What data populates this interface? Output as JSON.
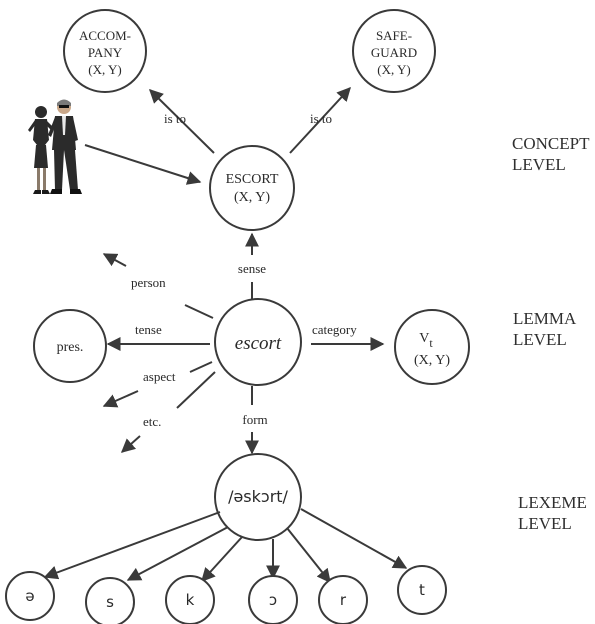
{
  "concept_level": {
    "label_line1": "CONCEPT",
    "label_line2": "LEVEL",
    "nodes": {
      "accompany": {
        "line1": "ACCOM-",
        "line2": "PANY",
        "line3": "(X, Y)"
      },
      "safeguard": {
        "line1": "SAFE-",
        "line2": "GUARD",
        "line3": "(X, Y)"
      },
      "escort": {
        "line1": "ESCORT",
        "line2": "(X, Y)"
      }
    },
    "edges": {
      "is_to_left": "is to",
      "is_to_right": "is to"
    },
    "image": "couple-illustration"
  },
  "lemma_level": {
    "label_line1": "LEMMA",
    "label_line2": "LEVEL",
    "nodes": {
      "escort": "escort",
      "pres": "pres.",
      "vt_main": "V",
      "vt_sub": "t",
      "vt_args": "(X, Y)"
    },
    "edges": {
      "sense": "sense",
      "person": "person",
      "tense": "tense",
      "aspect": "aspect",
      "etc": "etc.",
      "category": "category",
      "form": "form"
    }
  },
  "lexeme_level": {
    "label_line1": "LEXEME",
    "label_line2": "LEVEL",
    "word": "/əskɔrt/",
    "phonemes": [
      "ə",
      "s",
      "k",
      "ɔ",
      "r",
      "t"
    ]
  },
  "colors": {
    "stroke": "#3a3a3a",
    "text": "#2a2a2a",
    "figure_dark": "#2b2b2b"
  }
}
